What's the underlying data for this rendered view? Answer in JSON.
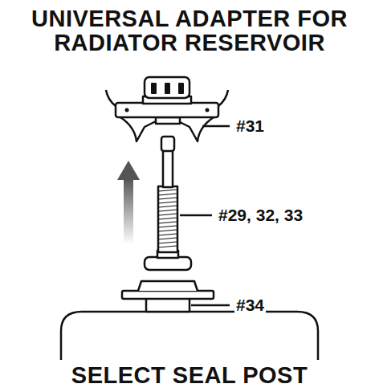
{
  "diagram": {
    "title": "UNIVERSAL ADAPTER FOR RADIATOR RESERVOIR",
    "caption": "SELECT SEAL POST",
    "labels": [
      "#31",
      "#29, 32, 33",
      "#34"
    ]
  }
}
